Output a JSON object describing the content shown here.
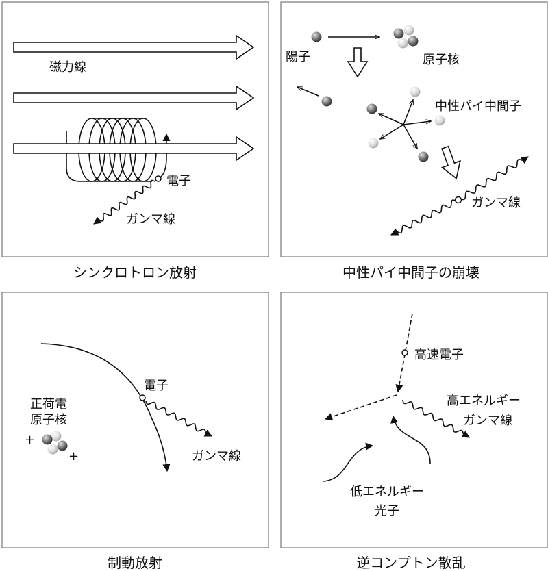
{
  "panels": [
    {
      "caption": "シンクロトロン放射",
      "labels": {
        "field_lines": "磁力線",
        "electron": "電子",
        "gamma": "ガンマ線"
      }
    },
    {
      "caption": "中性パイ中間子の崩壊",
      "labels": {
        "proton": "陽子",
        "nucleus": "原子核",
        "pion": "中性パイ中間子",
        "gamma": "ガンマ線"
      }
    },
    {
      "caption": "制動放射",
      "labels": {
        "nucleus_line1": "正荷電",
        "nucleus_line2": "原子核",
        "electron": "電子",
        "gamma": "ガンマ線",
        "plus": "+"
      }
    },
    {
      "caption": "逆コンプトン散乱",
      "labels": {
        "fast_electron": "高速電子",
        "high_energy_line1": "高エネルギー",
        "high_energy_line2": "ガンマ線",
        "low_energy_line1": "低エネルギー",
        "low_energy_line2": "光子"
      }
    }
  ],
  "colors": {
    "particle_dark": "#555555",
    "particle_light": "#d8d8d8",
    "frame": "#777777"
  }
}
